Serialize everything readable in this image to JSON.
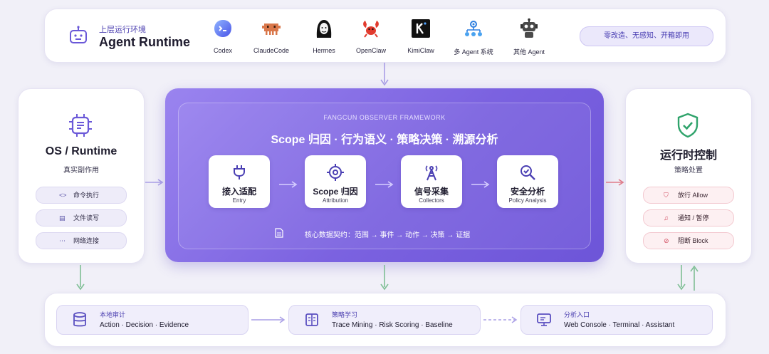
{
  "runtime": {
    "subtitle": "上层运行环境",
    "title": "Agent Runtime",
    "agents": [
      {
        "label": "Codex",
        "icon": "codex-icon"
      },
      {
        "label": "ClaudeCode",
        "icon": "claudecode-icon"
      },
      {
        "label": "Hermes",
        "icon": "hermes-icon"
      },
      {
        "label": "OpenClaw",
        "icon": "openclaw-icon"
      },
      {
        "label": "KimiClaw",
        "icon": "kimiclaw-icon"
      },
      {
        "label": "多 Agent 系统",
        "icon": "multi-agent-icon"
      },
      {
        "label": "其他 Agent",
        "icon": "robot-icon"
      }
    ],
    "pill": "零改造、无感知、开箱即用"
  },
  "os": {
    "title": "OS / Runtime",
    "subtitle": "真实副作用",
    "items": [
      {
        "icon": "<>",
        "label": "命令执行"
      },
      {
        "icon": "▤",
        "label": "文件读写"
      },
      {
        "icon": "⋯",
        "label": "网络连接"
      }
    ]
  },
  "framework": {
    "eyebrow": "FANGCUN OBSERVER FRAMEWORK",
    "headline": "Scope 归因 · 行为语义 · 策略决策 · 溯源分析",
    "stages": [
      {
        "name": "接入适配",
        "en": "Entry",
        "icon": "plug-icon"
      },
      {
        "name": "Scope 归因",
        "en": "Attribution",
        "icon": "target-icon"
      },
      {
        "name": "信号采集",
        "en": "Collectors",
        "icon": "antenna-icon"
      },
      {
        "name": "安全分析",
        "en": "Policy Analysis",
        "icon": "magnifier-icon"
      }
    ],
    "contract_label": "核心数据契约：",
    "contract_flow": "范围 → 事件 → 动作 → 决策 → 证据"
  },
  "control": {
    "title": "运行时控制",
    "subtitle": "策略处置",
    "items": [
      {
        "icon": "⛉",
        "label": "放行 Allow"
      },
      {
        "icon": "♫",
        "label": "通知 / 暂停"
      },
      {
        "icon": "⊘",
        "label": "阻断 Block"
      }
    ]
  },
  "bottom": [
    {
      "title": "本地审计",
      "sub": "Action · Decision · Evidence",
      "icon": "database-icon"
    },
    {
      "title": "策略学习",
      "sub": "Trace Mining · Risk Scoring · Baseline",
      "icon": "book-icon"
    },
    {
      "title": "分析入口",
      "sub": "Web Console · Terminal · Assistant",
      "icon": "monitor-icon"
    }
  ],
  "colors": {
    "accent": "#7b62e0",
    "connector_purple": "#a99ee6",
    "connector_green": "#7fbf95",
    "connector_red": "#e07a88",
    "shield_green": "#2fa36b"
  }
}
